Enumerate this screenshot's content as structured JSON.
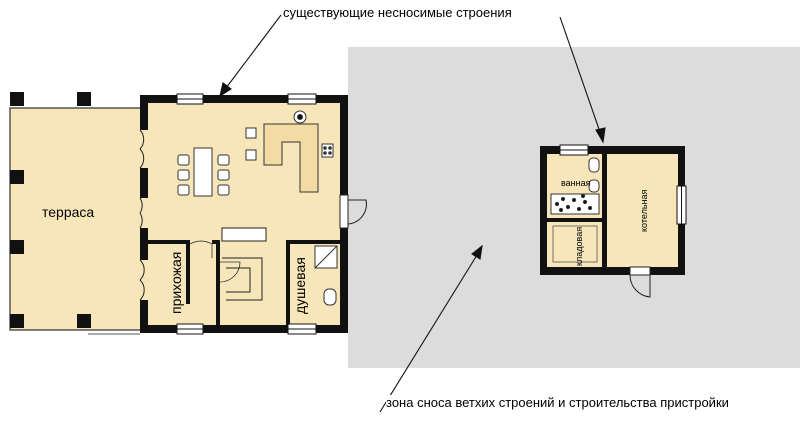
{
  "callouts": {
    "existing_structures": "существующие несносимые строения",
    "demolition_zone": "зона сноса ветхих строений и строительства пристройки"
  },
  "rooms": {
    "terrace": "терраса",
    "hallway": "прихожая",
    "shower": "душевая",
    "bathroom": "ванная",
    "storage": "кладовая",
    "boiler_room": "котельная"
  },
  "colors": {
    "floor": "#f8e6bb",
    "wall": "#111111",
    "demolition_zone": "#dcdcdc",
    "fixture_fill": "#ffffff"
  }
}
